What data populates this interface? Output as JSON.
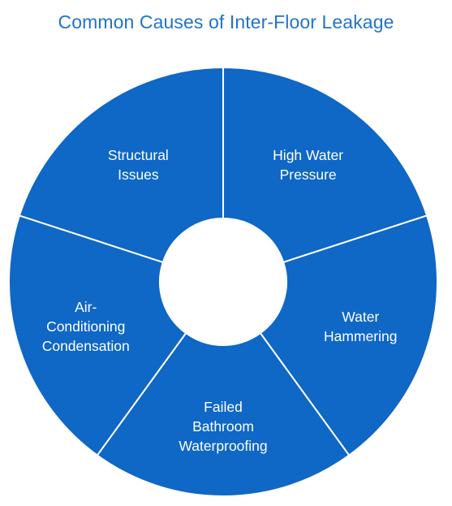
{
  "title": "Common Causes of Inter-Floor Leakage",
  "colors": {
    "title": "#1f74c8",
    "segment_fill": "#0f67c6",
    "divider": "#ffffff",
    "hub": "#ffffff",
    "label": "#ffffff"
  },
  "segments": [
    {
      "label_lines": [
        "High Water",
        "Pressure"
      ]
    },
    {
      "label_lines": [
        "Water",
        "Hammering"
      ]
    },
    {
      "label_lines": [
        "Failed",
        "Bathroom",
        "Waterproofing"
      ]
    },
    {
      "label_lines": [
        "Air-",
        "Conditioning",
        "Condensation"
      ]
    },
    {
      "label_lines": [
        "Structural",
        "Issues"
      ]
    }
  ]
}
